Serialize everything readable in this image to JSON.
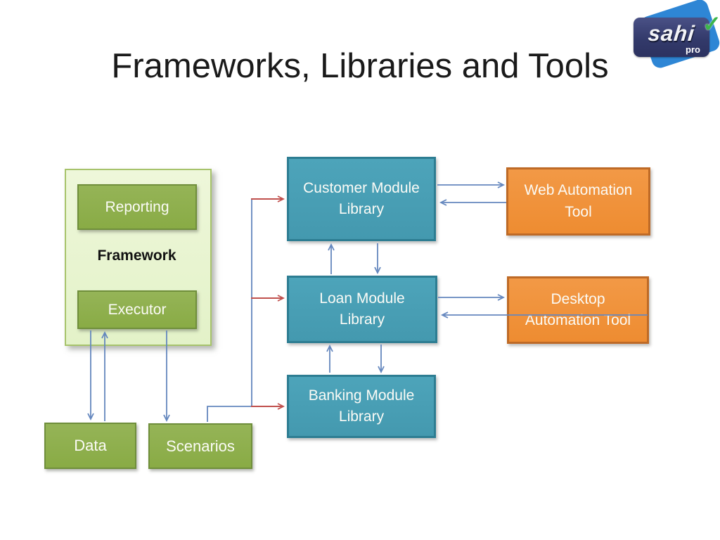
{
  "slide": {
    "title": "Frameworks, Libraries and Tools",
    "logo": {
      "brand": "sahi",
      "edition": "pro",
      "check_icon": "✓"
    },
    "framework_group": {
      "label": "Framework",
      "reporting_label": "Reporting",
      "executor_label": "Executor"
    },
    "modules": [
      {
        "label": "Customer Module Library"
      },
      {
        "label": "Loan Module Library"
      },
      {
        "label": "Banking Module Library"
      }
    ],
    "tools": [
      {
        "label": "Web Automation Tool"
      },
      {
        "label": "Desktop Automation Tool"
      }
    ],
    "inputs": [
      {
        "label": "Data"
      },
      {
        "label": "Scenarios"
      }
    ],
    "connections": [
      {
        "from": "Executor",
        "to": "Data",
        "color": "blue"
      },
      {
        "from": "Data",
        "to": "Executor",
        "color": "blue"
      },
      {
        "from": "Executor",
        "to": "Scenarios",
        "color": "blue"
      },
      {
        "from": "Scenarios",
        "to": "Customer Module Library",
        "color": "red"
      },
      {
        "from": "Scenarios",
        "to": "Loan Module Library",
        "color": "red"
      },
      {
        "from": "Scenarios",
        "to": "Banking Module Library",
        "color": "red"
      },
      {
        "from": "Customer Module Library",
        "to": "Web Automation Tool",
        "color": "blue"
      },
      {
        "from": "Web Automation Tool",
        "to": "Customer Module Library",
        "color": "blue"
      },
      {
        "from": "Loan Module Library",
        "to": "Customer Module Library",
        "color": "blue"
      },
      {
        "from": "Customer Module Library",
        "to": "Loan Module Library",
        "color": "blue"
      },
      {
        "from": "Banking Module Library",
        "to": "Loan Module Library",
        "color": "blue"
      },
      {
        "from": "Loan Module Library",
        "to": "Banking Module Library",
        "color": "blue"
      },
      {
        "from": "Loan Module Library",
        "to": "Desktop Automation Tool",
        "color": "blue"
      },
      {
        "from": "Desktop Automation Tool",
        "to": "Loan Module Library",
        "color": "blue"
      }
    ],
    "colors": {
      "title_text": "#1a1a1a",
      "module_fill": "#4AA0B6",
      "module_border": "#2D7D92",
      "tool_fill": "#F0923E",
      "tool_border": "#BE6A26",
      "input_fill": "#8FB04D",
      "input_border": "#6F8E3B",
      "group_fill": "#E9F5D1",
      "group_border": "#A7C36B",
      "connector_blue": "#6487BE",
      "connector_red": "#C0504D",
      "logo_front": "#3A4076",
      "logo_back": "#2E86D5",
      "logo_check": "#3CB54A"
    }
  }
}
